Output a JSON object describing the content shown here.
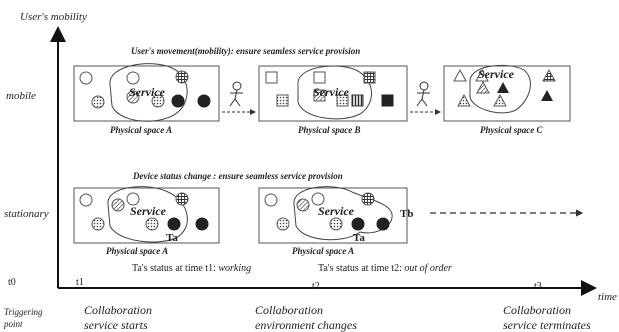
{
  "axes": {
    "y_title": "User's mobility",
    "x_title": "time",
    "level_mobile": "mobile",
    "level_stationary": "stationary"
  },
  "timeline": {
    "t0": "t0",
    "t1": "t1",
    "t2": "t2",
    "t3": "t3",
    "triggering_line1": "Triggering",
    "triggering_line2": "point",
    "event1_line1": "Collaboration",
    "event1_line2": "service starts",
    "event2_line1": "Collaboration",
    "event2_line2": "environment changes",
    "event3_line1": "Collaboration",
    "event3_line2": "service terminates"
  },
  "mobile_row": {
    "heading": "User's movement(mobility): ensure seamless service provision",
    "spaces": [
      {
        "label": "Physical space A",
        "service": "Service"
      },
      {
        "label": "Physical space B",
        "service": "Service"
      },
      {
        "label": "Physical space C",
        "service": "Service"
      }
    ]
  },
  "stationary_row": {
    "heading": "Device status change : ensure seamless service provision",
    "spaces": [
      {
        "label": "Physical space A",
        "service": "Service",
        "device": "Ta"
      },
      {
        "label": "Physical space A",
        "service": "Service",
        "device": "Ta",
        "device2": "Tb"
      }
    ],
    "status1_prefix": "Ta's status at time t1: ",
    "status1_value": "working",
    "status2_prefix": "Ta's status at time t2: ",
    "status2_value": "out of order"
  }
}
